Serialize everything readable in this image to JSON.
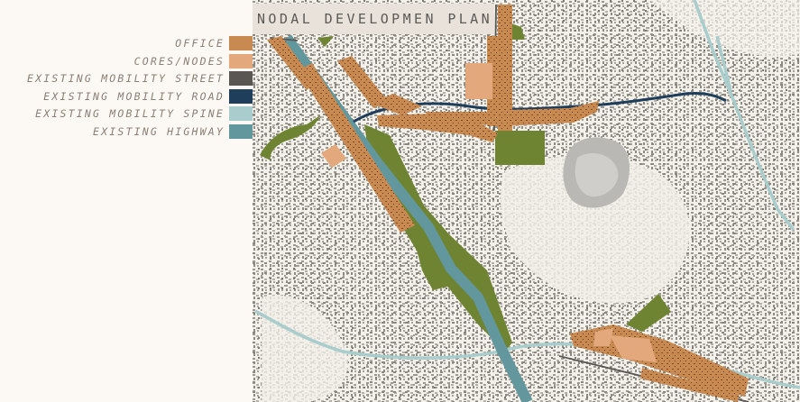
{
  "title": "NODAL DEVELOPMEN PLAN",
  "legend": [
    {
      "label": "OFFICE",
      "color": "#c98a52"
    },
    {
      "label": "CORES/NODES",
      "color": "#e3a97c"
    },
    {
      "label": "EXISTING MOBILITY STREET",
      "color": "#5a5654"
    },
    {
      "label": "EXISTING MOBILITY ROAD",
      "color": "#1f3e5c"
    },
    {
      "label": "EXISTING MOBILITY SPINE",
      "color": "#a9cdcc"
    },
    {
      "label": "EXISTING HIGHWAY",
      "color": "#62979d"
    }
  ],
  "colors": {
    "green_space": "#6f8433",
    "lake": "#b9b8b4",
    "urban_fabric": "#8d8a84",
    "background": "#fcf9f4"
  }
}
